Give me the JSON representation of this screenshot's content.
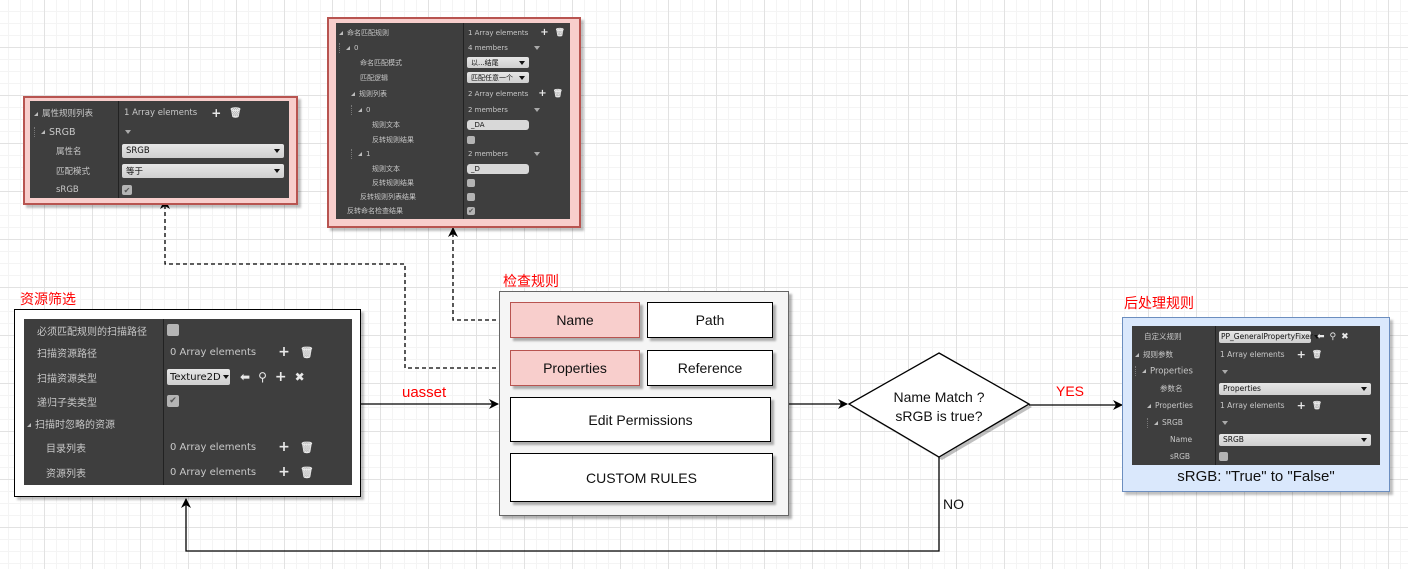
{
  "sections": {
    "asset_filter_title": "资源筛选",
    "check_rules_title": "检查规则",
    "post_process_title": "后处理规则"
  },
  "asset_filter": {
    "rows": [
      {
        "key": "必须匹配规则的扫描路径",
        "type": "checkbox",
        "checked": false
      },
      {
        "key": "扫描资源路径",
        "value": "0 Array elements"
      },
      {
        "key": "扫描资源类型",
        "combo": "Texture2D"
      },
      {
        "key": "递归子类类型",
        "type": "checkbox",
        "checked": true
      },
      {
        "key": "扫描时忽略的资源"
      },
      {
        "key": "目录列表",
        "value": "0 Array elements"
      },
      {
        "key": "资源列表",
        "value": "0 Array elements"
      }
    ]
  },
  "property_rules": {
    "rows": [
      {
        "key": "属性规则列表",
        "value": "1 Array elements"
      },
      {
        "key": "SRGB"
      },
      {
        "key": "属性名",
        "combo": "SRGB"
      },
      {
        "key": "匹配模式",
        "combo": "等于"
      },
      {
        "key": "sRGB",
        "checked": true
      }
    ]
  },
  "name_rules": {
    "rows": [
      {
        "key": "命名匹配规则",
        "value": "1 Array elements"
      },
      {
        "key": "0",
        "value": "4 members"
      },
      {
        "key": "命名匹配模式",
        "combo": "以...结尾"
      },
      {
        "key": "匹配逻辑",
        "combo": "匹配任意一个"
      },
      {
        "key": "规则列表",
        "value": "2 Array elements"
      },
      {
        "key": "0",
        "value": "2 members"
      },
      {
        "key": "规则文本",
        "text": "_DA"
      },
      {
        "key": "反转规则结果",
        "checked": false
      },
      {
        "key": "1",
        "value": "2 members"
      },
      {
        "key": "规则文本",
        "text": "_D"
      },
      {
        "key": "反转规则结果",
        "checked": false
      },
      {
        "key": "反转规则列表结果",
        "checked": false
      },
      {
        "key": "反转命名检查结果",
        "checked": true
      }
    ]
  },
  "check_rules": {
    "name": "Name",
    "path": "Path",
    "properties": "Properties",
    "reference": "Reference",
    "edit_permissions": "Edit Permissions",
    "custom_rules": "CUSTOM RULES"
  },
  "decision": {
    "line1": "Name Match ?",
    "line2": "sRGB is true?"
  },
  "edges": {
    "uasset": "uasset",
    "yes": "YES",
    "no": "NO"
  },
  "post_process": {
    "rows": [
      {
        "key": "自定义规则",
        "combo": "PP_GeneralPropertyFixer"
      },
      {
        "key": "规则参数",
        "value": "1 Array elements"
      },
      {
        "key": "Properties"
      },
      {
        "key": "参数名",
        "combo": "Properties"
      },
      {
        "key": "Properties",
        "value": "1 Array elements"
      },
      {
        "key": "SRGB"
      },
      {
        "key": "Name",
        "combo": "SRGB"
      },
      {
        "key": "sRGB",
        "checked": false
      }
    ],
    "caption": "sRGB: \"True\" to \"False\""
  },
  "colors": {
    "section_title": "#ff0000",
    "highlight_fill": "#f8cecc",
    "highlight_border": "#b85450",
    "post_fill": "#dae8fc",
    "post_border": "#6c8ebf",
    "panel_bg": "#3e3e3e"
  }
}
